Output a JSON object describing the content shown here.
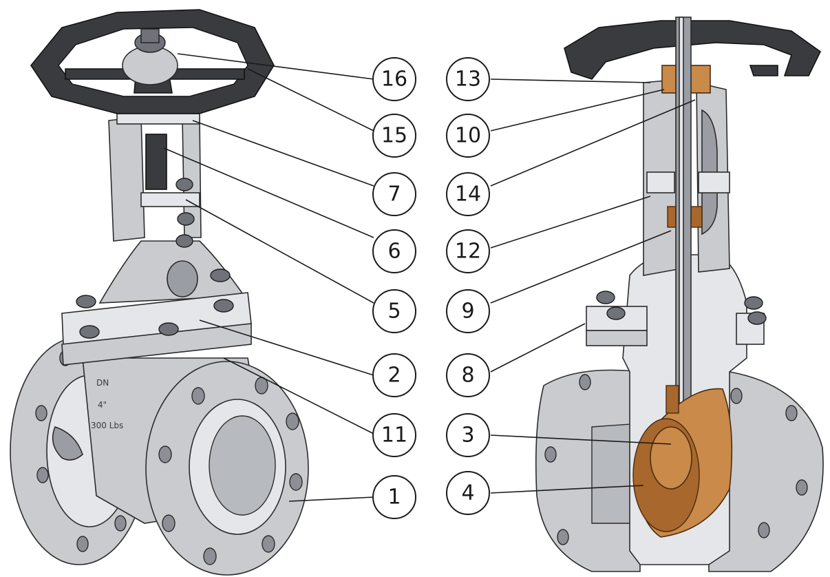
{
  "colors": {
    "background": "#ffffff",
    "body_metal": "#c9cbcf",
    "handwheel": "#3a3b3e",
    "bronze_parts": "#c98a4a",
    "line": "#1a1a1a"
  },
  "left_view": {
    "body_markings": [
      "DN",
      "4\"",
      "300 Lbs"
    ]
  },
  "callouts": [
    {
      "label": "16"
    },
    {
      "label": "15"
    },
    {
      "label": "7"
    },
    {
      "label": "6"
    },
    {
      "label": "5"
    },
    {
      "label": "2"
    },
    {
      "label": "11"
    },
    {
      "label": "1"
    },
    {
      "label": "13"
    },
    {
      "label": "10"
    },
    {
      "label": "14"
    },
    {
      "label": "12"
    },
    {
      "label": "9"
    },
    {
      "label": "8"
    },
    {
      "label": "3"
    },
    {
      "label": "4"
    }
  ]
}
